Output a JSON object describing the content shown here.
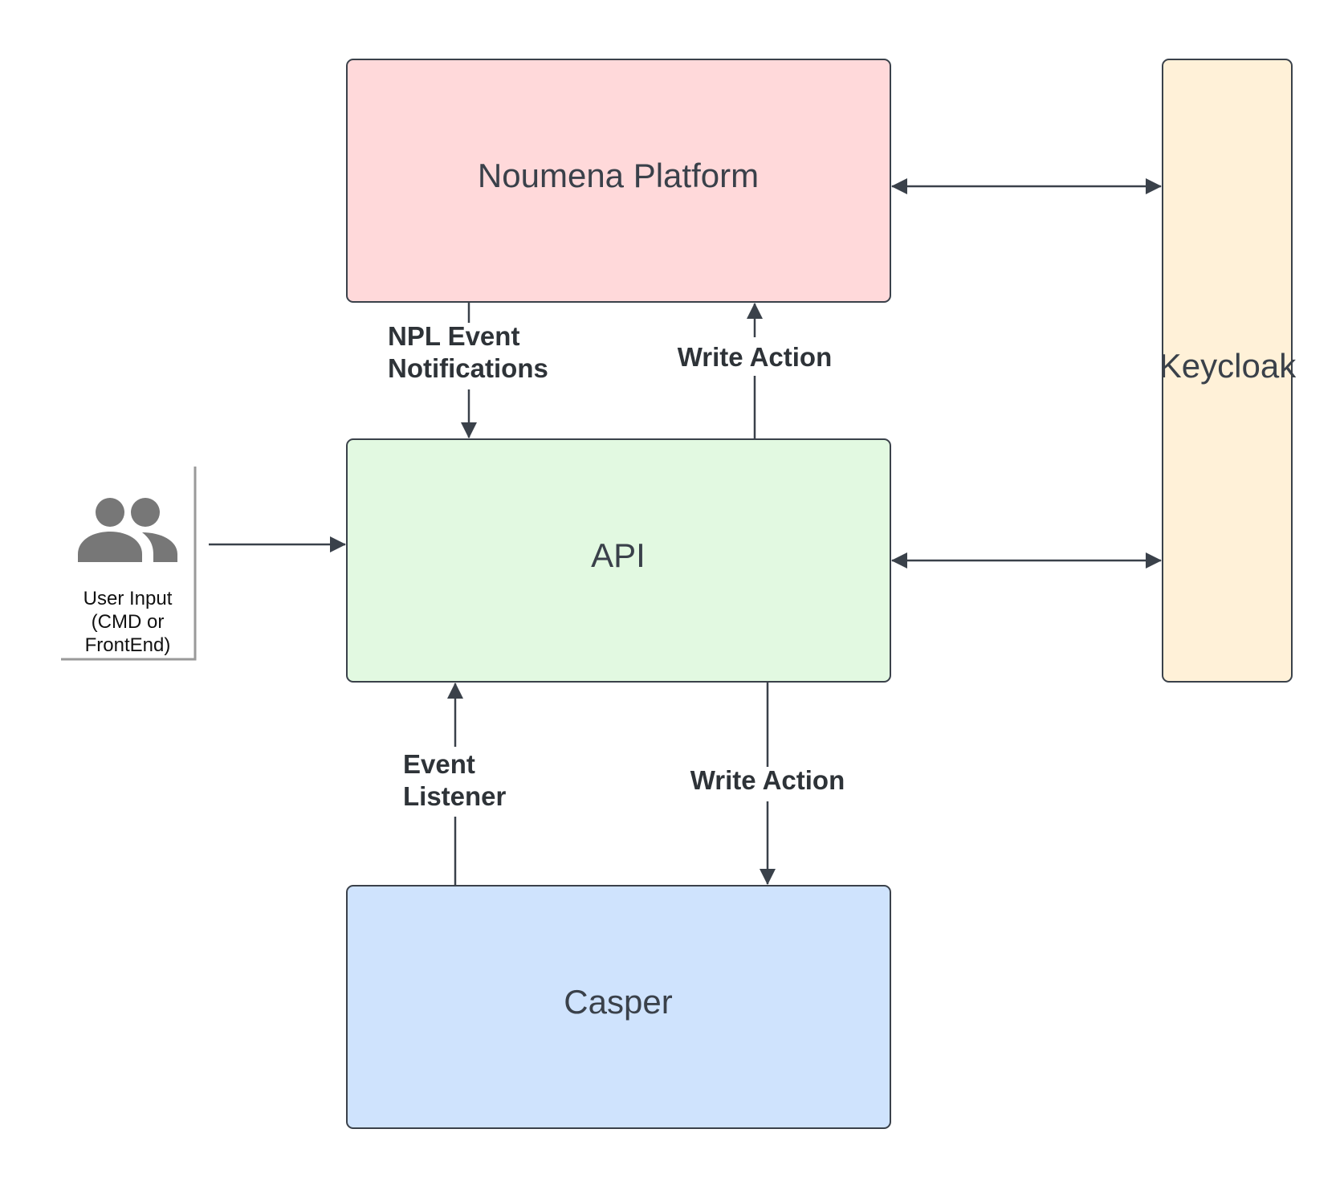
{
  "colors": {
    "noumena_fill": "#ffd9da",
    "api_fill": "#e2f9e1",
    "casper_fill": "#cfe3fd",
    "keycloak_fill": "#fff1d8",
    "stroke": "#3a414a",
    "user_icon": "#777777"
  },
  "nodes": {
    "noumena": {
      "label": "Noumena Platform"
    },
    "api": {
      "label": "API"
    },
    "casper": {
      "label": "Casper"
    },
    "keycloak": {
      "label": "Keycloak"
    },
    "user": {
      "icon": "users-icon",
      "label_lines": [
        "User Input",
        "(CMD or",
        "FrontEnd)"
      ]
    }
  },
  "edges": {
    "npl_events": {
      "label_lines": [
        "NPL Event",
        "Notifications"
      ]
    },
    "write_action_up": {
      "label": "Write Action"
    },
    "event_listener": {
      "label_lines": [
        "Event",
        "Listener"
      ]
    },
    "write_action_down": {
      "label": "Write Action"
    }
  }
}
